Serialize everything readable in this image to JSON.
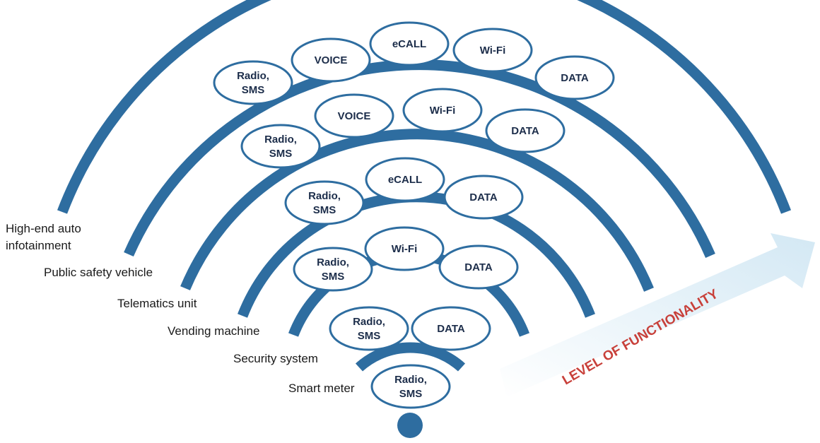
{
  "tiers": [
    {
      "label_lines": [
        "High-end auto",
        "infotainment"
      ],
      "capabilities": [
        [
          "Radio,",
          "SMS"
        ],
        [
          "VOICE"
        ],
        [
          "eCALL"
        ],
        [
          "Wi-Fi"
        ],
        [
          "DATA"
        ]
      ]
    },
    {
      "label_lines": [
        "Public safety vehicle"
      ],
      "capabilities": [
        [
          "Radio,",
          "SMS"
        ],
        [
          "VOICE"
        ],
        [
          "Wi-Fi"
        ],
        [
          "DATA"
        ]
      ]
    },
    {
      "label_lines": [
        "Telematics unit"
      ],
      "capabilities": [
        [
          "Radio,",
          "SMS"
        ],
        [
          "eCALL"
        ],
        [
          "DATA"
        ]
      ]
    },
    {
      "label_lines": [
        "Vending machine"
      ],
      "capabilities": [
        [
          "Radio,",
          "SMS"
        ],
        [
          "Wi-Fi"
        ],
        [
          "DATA"
        ]
      ]
    },
    {
      "label_lines": [
        "Security system"
      ],
      "capabilities": [
        [
          "Radio,",
          "SMS"
        ],
        [
          "DATA"
        ]
      ]
    },
    {
      "label_lines": [
        "Smart meter"
      ],
      "capabilities": [
        [
          "Radio,",
          "SMS"
        ]
      ]
    }
  ],
  "arrow_label": "LEVEL OF FUNCTIONALITY",
  "colors": {
    "arc": "#2E6DA0",
    "arrow_fill": "#DDEEF7",
    "arrow_text": "#C8403A",
    "ellipse_text": "#1c2d4a"
  }
}
